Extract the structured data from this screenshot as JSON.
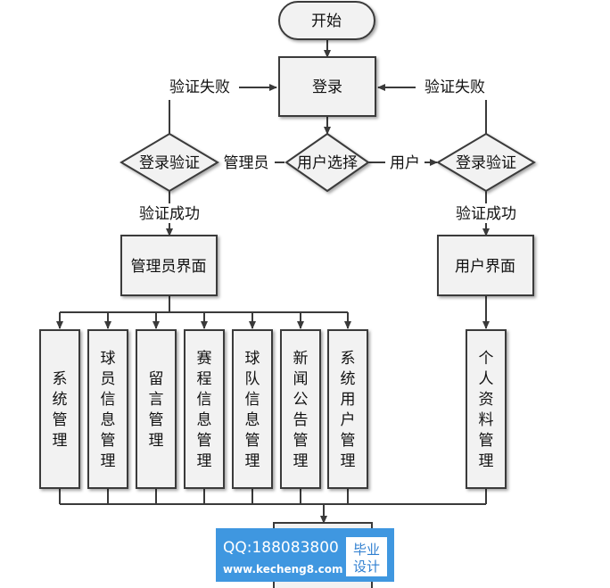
{
  "nodes": {
    "start": "开始",
    "login": "登录",
    "user_select": "用户选择",
    "login_verify_admin": "登录验证",
    "login_verify_user": "登录验证",
    "admin_ui": "管理员界面",
    "user_ui": "用户界面"
  },
  "edge_labels": {
    "verify_fail_left": "验证失败",
    "verify_fail_right": "验证失败",
    "admin": "管理员",
    "user": "用户",
    "verify_ok_left": "验证成功",
    "verify_ok_right": "验证成功"
  },
  "modules": [
    {
      "label": "系统管理"
    },
    {
      "label": "球员信息管理"
    },
    {
      "label": "留言管理"
    },
    {
      "label": "赛程信息管理"
    },
    {
      "label": "球队信息管理"
    },
    {
      "label": "新闻公告管理"
    },
    {
      "label": "系统用户管理"
    }
  ],
  "user_module": {
    "label": "个人资料管理"
  },
  "watermark": {
    "qq": "QQ:188083800",
    "site": "www.kecheng8.com",
    "badge_top": "毕业",
    "badge_bottom": "设计"
  },
  "colors": {
    "node_fill": "#f2f2f2",
    "stroke": "#3a3a3a",
    "watermark_bg": "#3f97e0",
    "badge_bg": "#ffffff",
    "badge_text": "#2f7fd0"
  }
}
